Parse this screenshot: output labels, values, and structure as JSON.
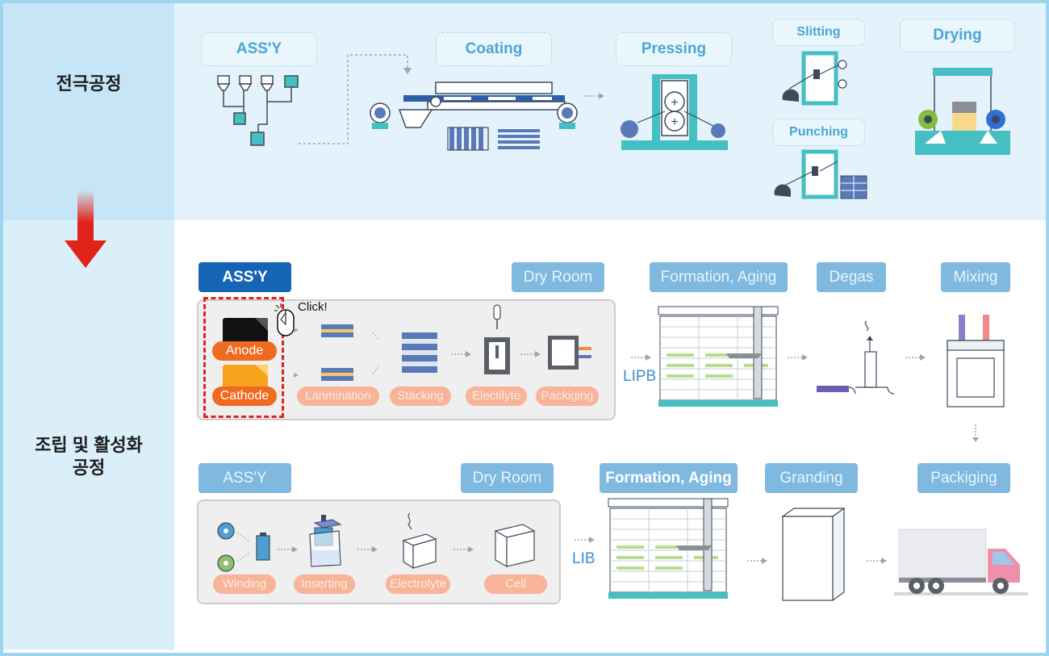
{
  "sections": {
    "electrode": "전극공정",
    "assembly_line1": "조립 및 활성화",
    "assembly_line2": "공정"
  },
  "electrode_steps": {
    "assy": "ASS'Y",
    "coating": "Coating",
    "pressing": "Pressing",
    "slitting": "Slitting",
    "punching": "Punching",
    "drying": "Drying"
  },
  "lipb_row": {
    "assy": "ASS'Y",
    "dry_room": "Dry Room",
    "formation_aging": "Formation, Aging",
    "degas": "Degas",
    "mixing": "Mixing",
    "anode": "Anode",
    "cathode": "Cathode",
    "click": "Click!",
    "lamination": "Lanmination",
    "stacking": "Stacking",
    "electrolyte": "Electilyte",
    "packaging": "Packiging",
    "flow_label": "LIPB"
  },
  "lib_row": {
    "assy": "ASS'Y",
    "dry_room": "Dry Room",
    "formation_aging": "Formation, Aging",
    "granding": "Granding",
    "packaging": "Packiging",
    "winding": "Winding",
    "inserting": "Inserting",
    "electrolyte": "Electrolyte",
    "cell": "Cell",
    "flow_label": "LIB"
  },
  "colors": {
    "teal": "#45bfc2",
    "navy": "#3e4a5c",
    "light_blue_label": "#7fb9df",
    "dark_blue_label": "#1565b4",
    "orange_pill": "#f06a20",
    "faded_pill": "#f7b498",
    "red_arrow": "#e2231a"
  }
}
